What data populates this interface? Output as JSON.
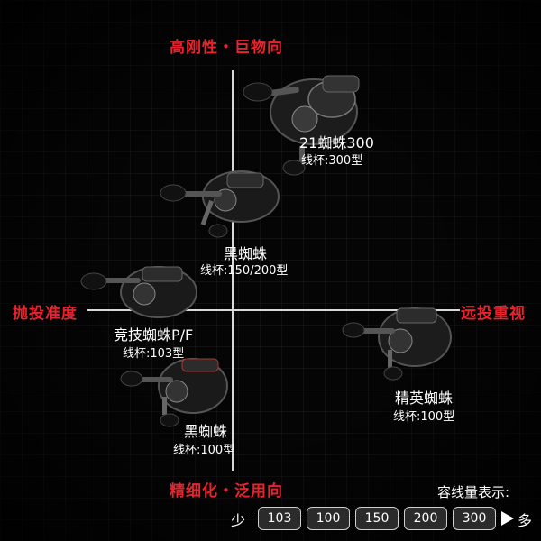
{
  "axes": {
    "top": "高刚性・巨物向",
    "bottom": "精细化・泛用向",
    "left": "抛投准度",
    "right": "远投重视"
  },
  "products": [
    {
      "name": "21蜘蛛300",
      "spec": "线杯:300型"
    },
    {
      "name": "黑蜘蛛",
      "spec": "线杯:150/200型"
    },
    {
      "name": "竞技蜘蛛P/F",
      "spec": "线杯:103型"
    },
    {
      "name": "黑蜘蛛",
      "spec": "线杯:100型"
    },
    {
      "name": "精英蜘蛛",
      "spec": "线杯:100型"
    }
  ],
  "legend": {
    "title": "容线量表示:",
    "less": "少",
    "more": "多",
    "values": [
      "103",
      "100",
      "150",
      "200",
      "300"
    ]
  },
  "colors": {
    "accent": "#e8232d",
    "background": "#050505"
  }
}
